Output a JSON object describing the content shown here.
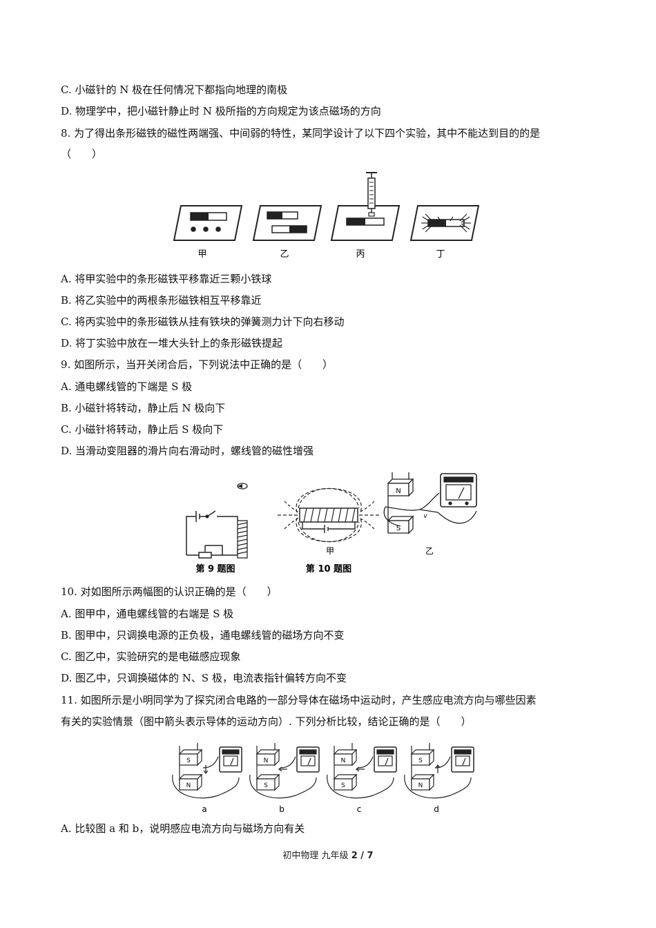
{
  "lines": {
    "l01": "C. 小磁针的 N 极在任何情况下都指向地理的南极",
    "l02": "D. 物理学中，把小磁针静止时 N 极所指的方向规定为该点磁场的方向",
    "l03": "8. 为了得出条形磁铁的磁性两端强、中间弱的特性，某同学设计了以下四个实验，其中不能达到目的的是",
    "l04": "（　　）",
    "l05": "A. 将甲实验中的条形磁铁平移靠近三颗小铁球",
    "l06": "B. 将乙实验中的两根条形磁铁相互平移靠近",
    "l07": "C. 将丙实验中的条形磁铁从挂有铁块的弹簧测力计下向右移动",
    "l08": "D. 将丁实验中放在一堆大头针上的条形磁铁提起",
    "l09": "9. 如图所示，当开关闭合后，下列说法中正确的是（　　）",
    "l10": "A. 通电螺线管的下端是 S 极",
    "l11": "B. 小磁针将转动，静止后 N 极向下",
    "l12": "C. 小磁针将转动，静止后 S 极向下",
    "l13": "D. 当滑动变阻器的滑片向右滑动时，螺线管的磁性增强",
    "l14": "10. 对如图所示两幅图的认识正确的是（　　）",
    "l15": "A. 图甲中，通电螺线管的右端是 S 极",
    "l16": "B. 图甲中，只调换电源的正负极，通电螺线管的磁场方向不变",
    "l17": "C. 图乙中，实验研究的是电磁感应现象",
    "l18": "D. 图乙中，只调换磁体的 N、S 极，电流表指针偏转方向不变",
    "l19": "11. 如图所示是小明同学为了探究闭合电路的一部分导体在磁场中运动时，产生感应电流方向与哪些因素",
    "l20": "有关的实验情景（图中箭头表示导体的运动方向）. 下列分析比较，结论正确的是（　　）",
    "l21": "A. 比较图 a 和 b，说明感应电流方向与磁场方向有关"
  },
  "fig8_labels": [
    "甲",
    "乙",
    "丙",
    "丁"
  ],
  "fig9_caption": "第 9 题图",
  "fig10_caption": "第 10 题图",
  "fig10_sub": [
    "甲",
    "乙"
  ],
  "fig10_magnet": [
    "N",
    "S"
  ],
  "fig10_v": "v",
  "fig11_labels": [
    "a",
    "b",
    "c",
    "d"
  ],
  "fig11_magnets": [
    [
      "S",
      "N"
    ],
    [
      "N",
      "S"
    ],
    [
      "N",
      "S"
    ],
    [
      "S",
      "N"
    ]
  ],
  "footer": {
    "subject": "初中物理  九年级  ",
    "page": "2 / 7"
  }
}
